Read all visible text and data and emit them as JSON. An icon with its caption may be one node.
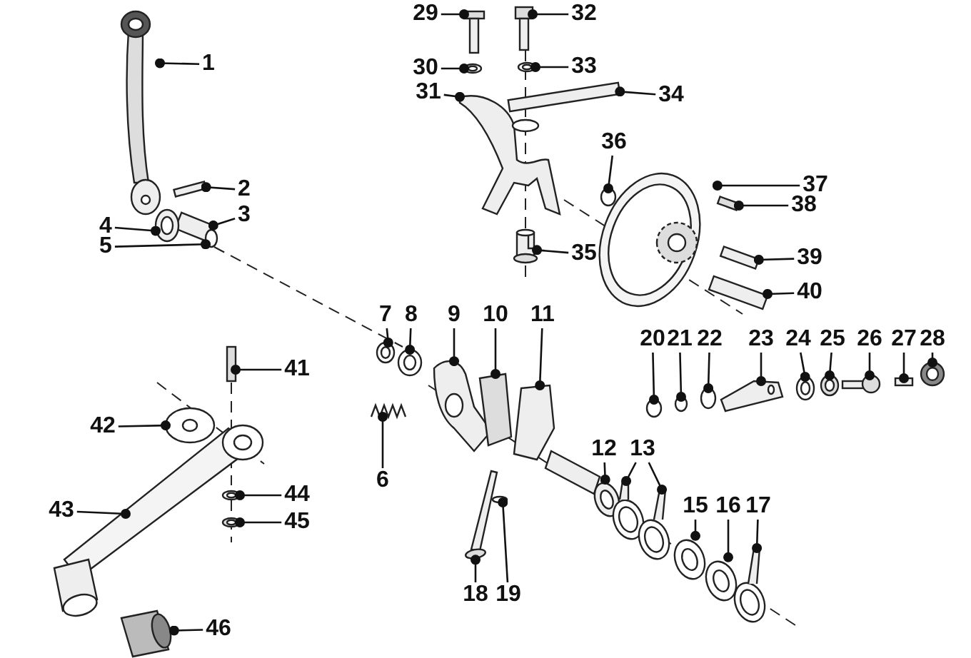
{
  "diagram": {
    "nodes": [
      {
        "text": [
          "1"
        ]
      },
      {
        "text": [
          "2"
        ]
      },
      {
        "text": [
          "3"
        ]
      },
      {
        "text": [
          "4"
        ]
      },
      {
        "text": [
          "5"
        ]
      },
      {
        "text": [
          "6"
        ]
      },
      {
        "text": [
          "7"
        ]
      },
      {
        "text": [
          "8"
        ]
      },
      {
        "text": [
          "9"
        ]
      },
      {
        "text": [
          "10"
        ]
      },
      {
        "text": [
          "11"
        ]
      },
      {
        "text": [
          "12"
        ]
      },
      {
        "text": [
          "13"
        ]
      },
      {
        "text": [
          "15"
        ]
      },
      {
        "text": [
          "16"
        ]
      },
      {
        "text": [
          "17"
        ]
      },
      {
        "text": [
          "18"
        ]
      },
      {
        "text": [
          "19"
        ]
      },
      {
        "text": [
          "20"
        ]
      },
      {
        "text": [
          "21"
        ]
      },
      {
        "text": [
          "22"
        ]
      },
      {
        "text": [
          "23"
        ]
      },
      {
        "text": [
          "24"
        ]
      },
      {
        "text": [
          "25"
        ]
      },
      {
        "text": [
          "26"
        ]
      },
      {
        "text": [
          "27"
        ]
      },
      {
        "text": [
          "28"
        ]
      },
      {
        "text": [
          "29"
        ]
      },
      {
        "text": [
          "30"
        ]
      },
      {
        "text": [
          "31"
        ]
      },
      {
        "text": [
          "32"
        ]
      },
      {
        "text": [
          "33"
        ]
      },
      {
        "text": [
          "34"
        ]
      },
      {
        "text": [
          "35"
        ]
      },
      {
        "text": [
          "36"
        ]
      },
      {
        "text": [
          "37"
        ]
      },
      {
        "text": [
          "38"
        ]
      },
      {
        "text": [
          "39"
        ]
      },
      {
        "text": [
          "40"
        ]
      },
      {
        "text": [
          "41"
        ]
      },
      {
        "text": [
          "42"
        ]
      },
      {
        "text": [
          "43"
        ]
      },
      {
        "text": [
          "44"
        ]
      },
      {
        "text": [
          "45"
        ]
      },
      {
        "text": [
          "46"
        ]
      },
      {
        "text": [],
        "shape": "picture"
      },
      {
        "text": [],
        "shape": "box"
      },
      {
        "text": [],
        "shape": "box"
      },
      {
        "text": [],
        "shape": "circle"
      },
      {
        "text": [],
        "shape": "circle"
      },
      {
        "text": [],
        "shape": "picture"
      },
      {
        "text": [],
        "shape": "circle"
      },
      {
        "text": [],
        "shape": "circle"
      },
      {
        "text": [],
        "shape": "picture"
      },
      {
        "text": [],
        "shape": "picture"
      },
      {
        "text": [],
        "shape": "picture"
      },
      {
        "text": [],
        "shape": "circle"
      },
      {
        "text": [],
        "shape": "picture"
      },
      {
        "text": [],
        "shape": "picture"
      },
      {
        "text": [],
        "shape": "circle"
      },
      {
        "text": [],
        "shape": "circle"
      },
      {
        "text": [],
        "shape": "picture"
      },
      {
        "text": [],
        "shape": "picture"
      },
      {
        "text": [],
        "shape": "circle"
      },
      {
        "text": [],
        "shape": "circle"
      },
      {
        "text": [],
        "shape": "circle"
      },
      {
        "text": [],
        "shape": "circle"
      },
      {
        "text": [],
        "shape": "picture"
      },
      {
        "text": [],
        "shape": "circle"
      },
      {
        "text": [],
        "shape": "circle"
      },
      {
        "text": [],
        "shape": "picture"
      },
      {
        "text": [],
        "shape": "box"
      },
      {
        "text": [],
        "shape": "circle"
      },
      {
        "text": [],
        "shape": "picture"
      },
      {
        "text": [],
        "shape": "circle"
      },
      {
        "text": [],
        "shape": "picture"
      },
      {
        "text": [],
        "shape": "picture"
      },
      {
        "text": [],
        "shape": "circle"
      },
      {
        "text": [],
        "shape": "box"
      },
      {
        "text": [],
        "shape": "picture"
      },
      {
        "text": [],
        "shape": "circle"
      },
      {
        "text": [],
        "shape": "picture"
      },
      {
        "text": [],
        "shape": "box"
      },
      {
        "text": [],
        "shape": "box"
      },
      {
        "text": [],
        "shape": "box"
      },
      {
        "text": [],
        "shape": "box"
      },
      {
        "text": [],
        "shape": "picture"
      },
      {
        "text": [],
        "shape": "picture"
      },
      {
        "text": [],
        "shape": "circle"
      },
      {
        "text": [],
        "shape": "circle"
      },
      {
        "text": [],
        "shape": "picture"
      }
    ],
    "edges": [
      {
        "from": 0,
        "to": 45,
        "arrow": "other"
      },
      {
        "from": 1,
        "to": 46,
        "arrow": "other"
      },
      {
        "from": 2,
        "to": 47,
        "arrow": "other"
      },
      {
        "from": 3,
        "to": 48,
        "arrow": "other"
      },
      {
        "from": 4,
        "to": 49,
        "arrow": "other"
      },
      {
        "from": 5,
        "to": 50,
        "arrow": "other"
      },
      {
        "from": 6,
        "to": 51,
        "arrow": "other"
      },
      {
        "from": 7,
        "to": 52,
        "arrow": "other"
      },
      {
        "from": 8,
        "to": 53,
        "arrow": "other"
      },
      {
        "from": 9,
        "to": 54,
        "arrow": "other"
      },
      {
        "from": 10,
        "to": 55,
        "arrow": "other"
      },
      {
        "from": 11,
        "to": 56,
        "arrow": "other"
      },
      {
        "from": 12,
        "to": 57,
        "arrow": "other"
      },
      {
        "from": 12,
        "to": 58,
        "arrow": "other"
      },
      {
        "from": 13,
        "to": 59,
        "arrow": "other"
      },
      {
        "from": 14,
        "to": 60,
        "arrow": "other"
      },
      {
        "from": 15,
        "to": 61,
        "arrow": "other"
      },
      {
        "from": 16,
        "to": 62,
        "arrow": "other"
      },
      {
        "from": 17,
        "to": 63,
        "arrow": "other"
      },
      {
        "from": 18,
        "to": 64,
        "arrow": "other"
      },
      {
        "from": 19,
        "to": 65,
        "arrow": "other"
      },
      {
        "from": 20,
        "to": 66,
        "arrow": "other"
      },
      {
        "from": 21,
        "to": 67,
        "arrow": "other"
      },
      {
        "from": 22,
        "to": 68,
        "arrow": "other"
      },
      {
        "from": 23,
        "to": 69,
        "arrow": "other"
      },
      {
        "from": 24,
        "to": 70,
        "arrow": "other"
      },
      {
        "from": 25,
        "to": 71,
        "arrow": "other"
      },
      {
        "from": 26,
        "to": 72,
        "arrow": "other"
      },
      {
        "from": 27,
        "to": 73,
        "arrow": "other"
      },
      {
        "from": 28,
        "to": 74,
        "arrow": "other"
      },
      {
        "from": 29,
        "to": 75,
        "arrow": "other"
      },
      {
        "from": 30,
        "to": 76,
        "arrow": "other"
      },
      {
        "from": 31,
        "to": 77,
        "arrow": "other"
      },
      {
        "from": 32,
        "to": 78,
        "arrow": "other"
      },
      {
        "from": 33,
        "to": 79,
        "arrow": "other"
      },
      {
        "from": 34,
        "to": 80,
        "arrow": "other"
      },
      {
        "from": 35,
        "to": 81,
        "arrow": "other"
      },
      {
        "from": 36,
        "to": 82,
        "arrow": "other"
      },
      {
        "from": 37,
        "to": 83,
        "arrow": "other"
      },
      {
        "from": 38,
        "to": 84,
        "arrow": "other"
      },
      {
        "from": 39,
        "to": 85,
        "arrow": "other"
      },
      {
        "from": 40,
        "to": 86,
        "arrow": "other"
      },
      {
        "from": 41,
        "to": 87,
        "arrow": "other"
      },
      {
        "from": 42,
        "to": 88,
        "arrow": "other"
      },
      {
        "from": 43,
        "to": 89,
        "arrow": "other"
      },
      {
        "from": 44,
        "to": 90,
        "arrow": "other"
      }
    ]
  }
}
